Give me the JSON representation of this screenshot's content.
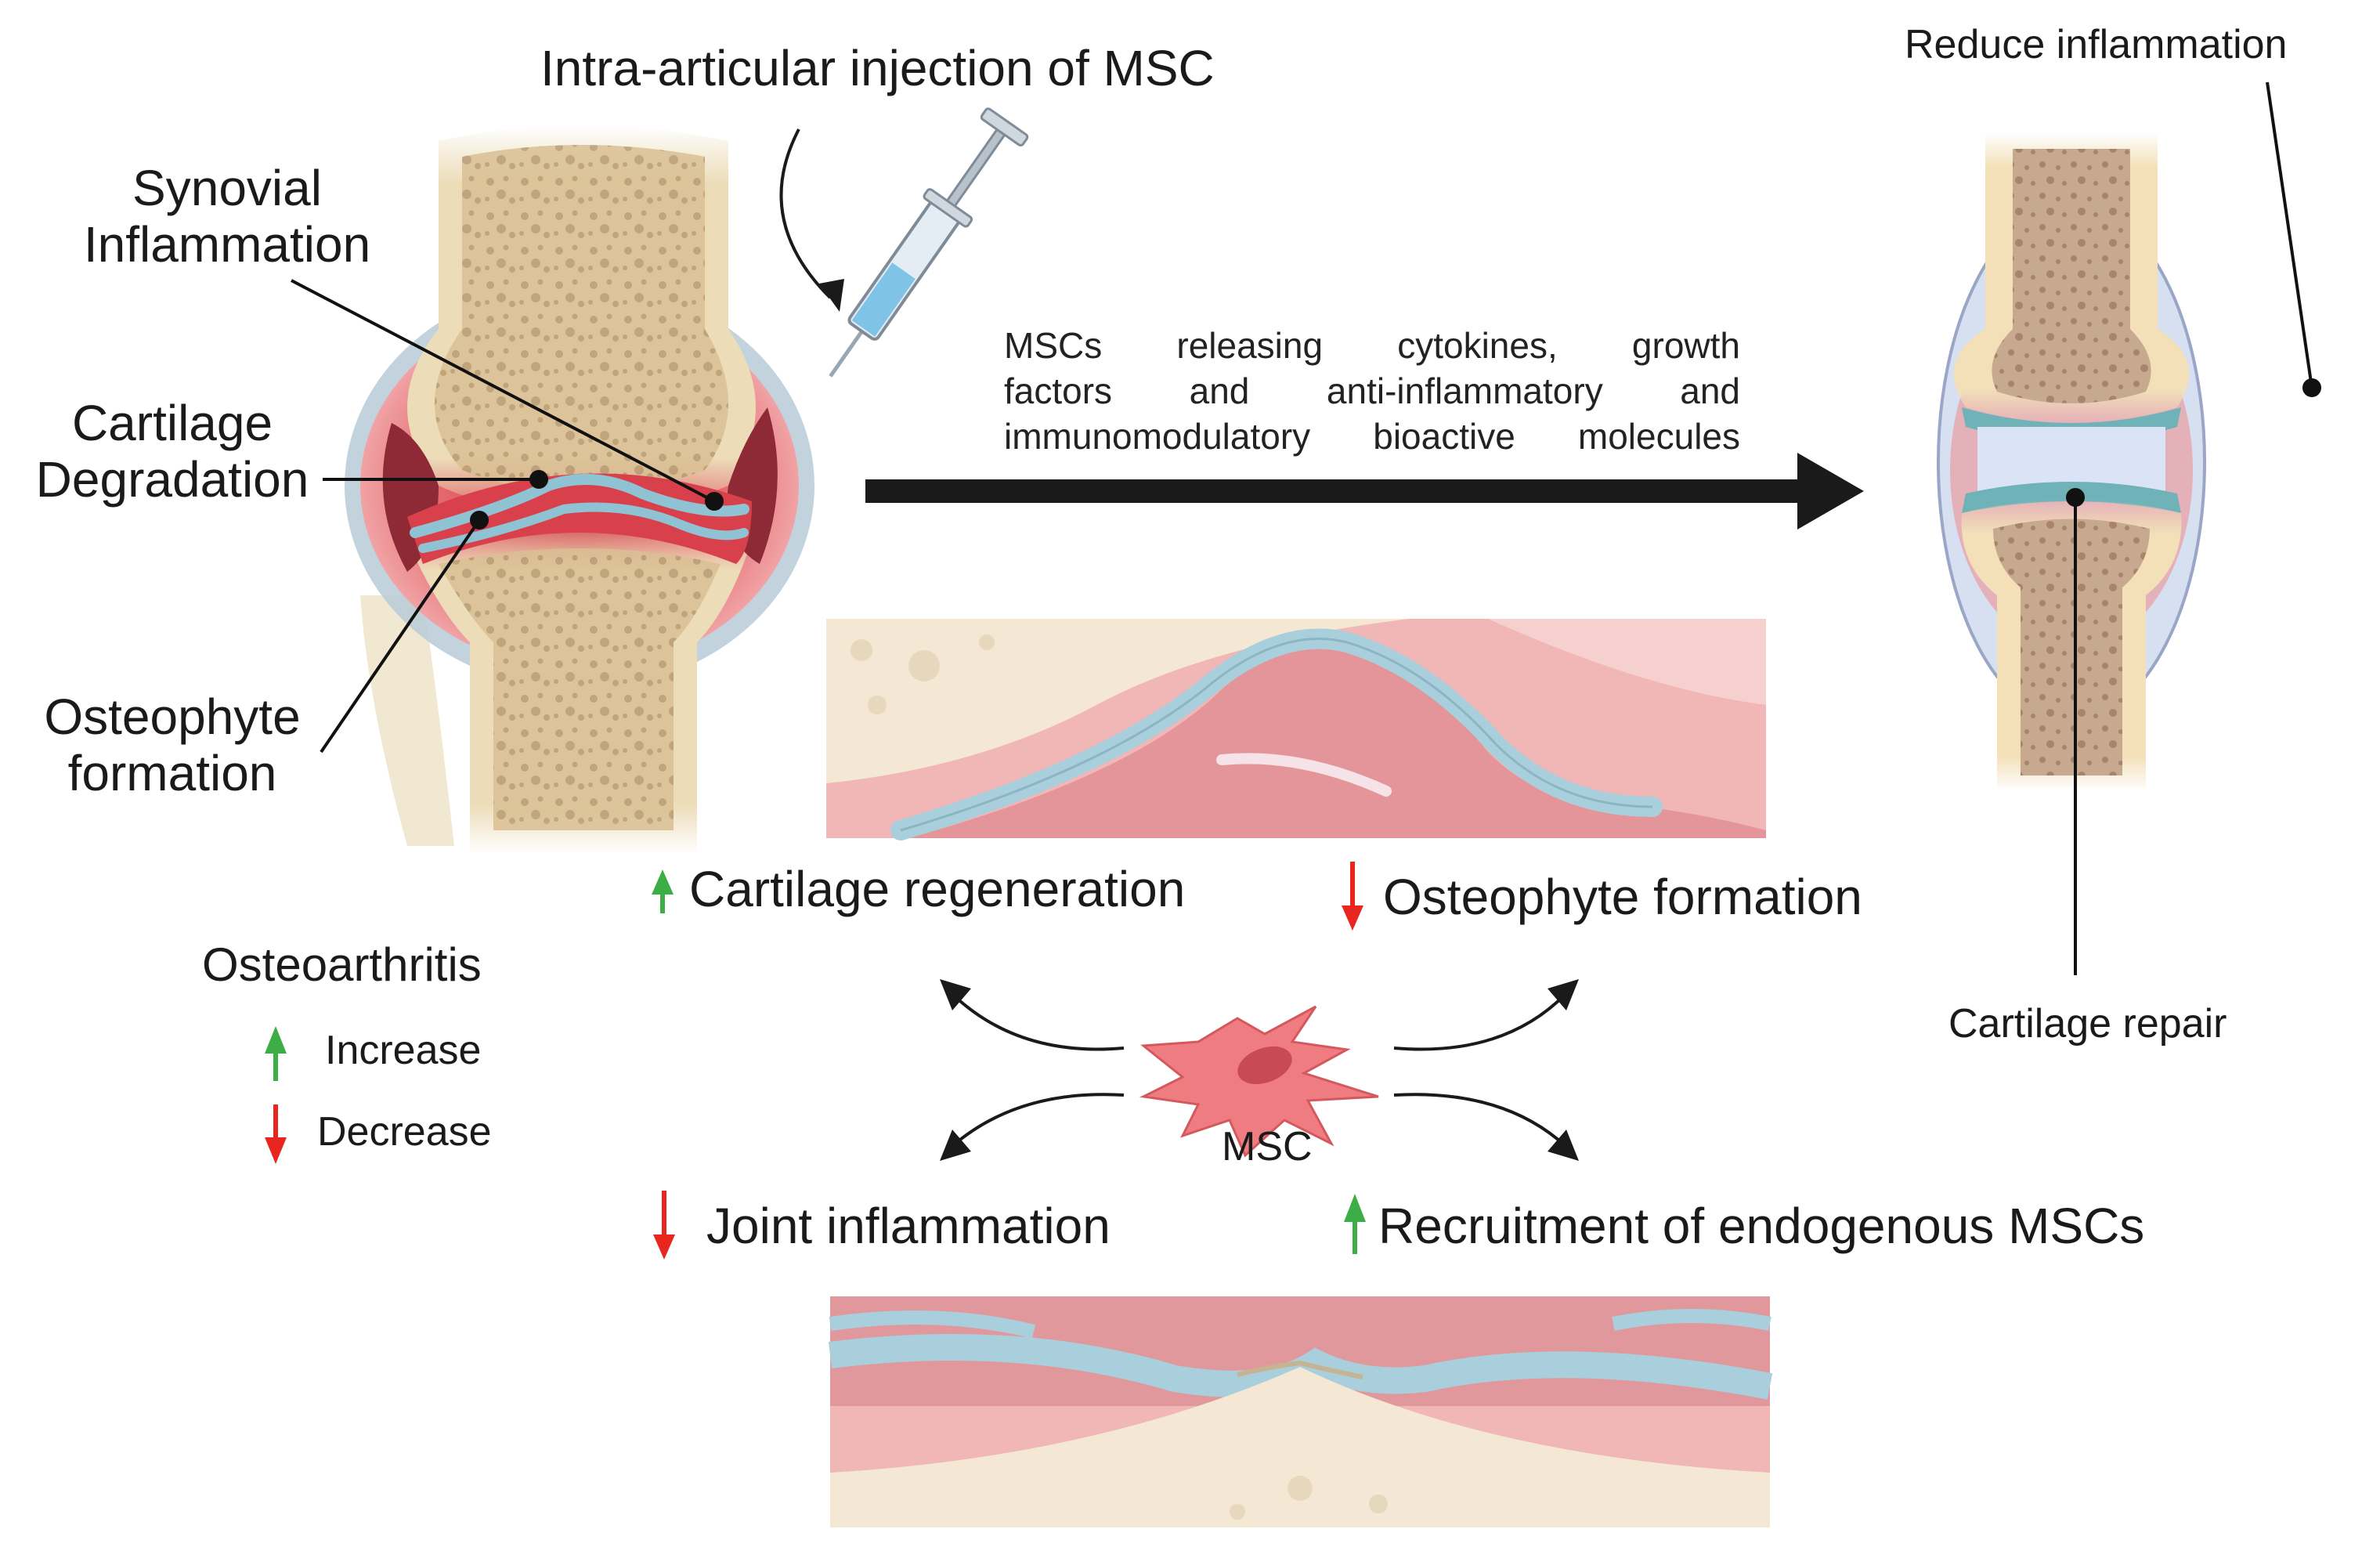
{
  "labels": {
    "injection": "Intra-articular injection of MSC",
    "synovial_line1": "Synovial",
    "synovial_line2": "Inflammation",
    "cartilage_deg_line1": "Cartilage",
    "cartilage_deg_line2": "Degradation",
    "osteophyte_line1": "Osteophyte",
    "osteophyte_line2": "formation",
    "reduce_inflammation": "Reduce inflammation",
    "cartilage_repair": "Cartilage repair",
    "msc_release_line1": "MSCs releasing cytokines, growth",
    "msc_release_line2": "factors and anti-inflammatory and",
    "msc_release_line3": "immunomodulatory bioactive molecules",
    "msc": "MSC"
  },
  "effects": {
    "cartilage_regeneration": "Cartilage regeneration",
    "osteophyte_formation": "Osteophyte formation",
    "joint_inflammation": "Joint inflammation",
    "recruitment": "Recruitment of endogenous MSCs"
  },
  "legend": {
    "title": "Osteoarthritis",
    "increase": "Increase",
    "decrease": "Decrease"
  },
  "colors": {
    "increase_arrow": "#3dae45",
    "decrease_arrow": "#e8261f",
    "bone": "#e8d3a8",
    "cartilage": "#9ccbd6",
    "inflammation": "#e05a63",
    "main_arrow": "#1a1a1a"
  }
}
